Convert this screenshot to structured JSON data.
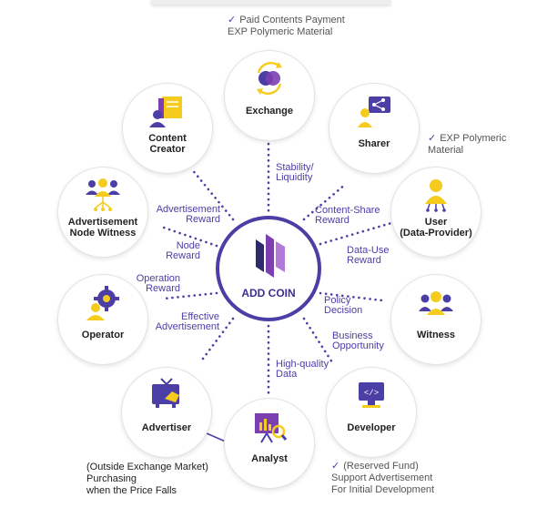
{
  "center": {
    "label": "ADD COIN"
  },
  "nodes": {
    "exchange": "Exchange",
    "sharer": "Sharer",
    "user": "User\n(Data-Provider)",
    "witness": "Witness",
    "developer": "Developer",
    "analyst": "Analyst",
    "advertiser": "Advertiser",
    "operator": "Operator",
    "adnode": "Advertisement\nNode Witness",
    "creator": "Content\nCreator"
  },
  "flows": {
    "stability": "Stability/\nLiquidity",
    "content_share": "Content-Share\nReward",
    "data_use": "Data-Use\nReward",
    "policy": "Policy\nDecision",
    "business": "Business\nOpportunity",
    "high_quality": "High-quality\nData",
    "effective_ad": "Effective\nAdvertisement",
    "operation": "Operation\nReward",
    "node": "Node\nReward",
    "ad_reward": "Advertisement\nReward"
  },
  "notes": {
    "top_check": "✓",
    "top": "Paid Contents Payment\nEXP Polymeric Material",
    "right_check": "✓",
    "right": "EXP Polymeric\nMaterial",
    "bottom_right_check": "✓",
    "bottom_right": "(Reserved Fund)\nSupport Advertisement\nFor Initial Development",
    "bottom_left": "(Outside Exchange Market)\nPurchasing\nwhen the Price Falls"
  },
  "colors": {
    "purple": "#4b3ea5",
    "yellow": "#f5cc1d",
    "violet": "#7b3fb0",
    "navy": "#2e2a6b"
  }
}
